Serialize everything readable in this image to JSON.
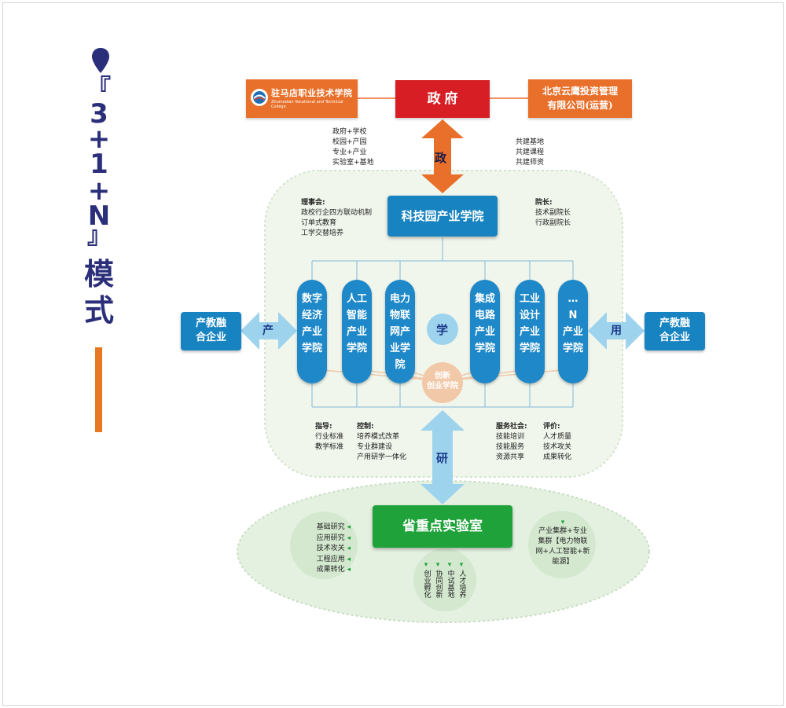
{
  "left_title": {
    "bracket_open": "『",
    "chars": [
      "3",
      "+",
      "1",
      "+",
      "N"
    ],
    "bracket_close": "』",
    "mode_chars": [
      "模",
      "式"
    ]
  },
  "school": {
    "name_cn": "驻马店职业技术学院",
    "name_en": "Zhumadian Vocational and Technical College"
  },
  "government": {
    "label": "政 府"
  },
  "company": {
    "line1": "北京云鹰投资管理",
    "line2": "有限公司(运营)"
  },
  "gov_school_notes": [
    "政府+学校",
    "校园+产园",
    "专业+产业",
    "实验室+基地"
  ],
  "gov_company_notes": [
    "共建基地",
    "共建课程",
    "共建师资"
  ],
  "arrow_labels": {
    "zheng": "政",
    "chan": "产",
    "yong": "用",
    "yan": "研",
    "xue": "学"
  },
  "central": {
    "label": "科技园产业学院"
  },
  "council": {
    "title": "理事会:",
    "items": [
      "政校行企四方联动机制",
      "订单式教育",
      "工学交替培养"
    ]
  },
  "dean": {
    "title": "院长:",
    "items": [
      "技术副院长",
      "行政副院长"
    ]
  },
  "colleges": [
    {
      "chars": [
        "数字",
        "经济",
        "产业",
        "学院"
      ]
    },
    {
      "chars": [
        "人工",
        "智能",
        "产业",
        "学院"
      ]
    },
    {
      "chars": [
        "电力",
        "物联",
        "网产",
        "业学",
        "院"
      ]
    },
    {
      "chars": [
        "集成",
        "电路",
        "产业",
        "学院"
      ]
    },
    {
      "chars": [
        "工业",
        "设计",
        "产业",
        "学院"
      ]
    },
    {
      "chars": [
        "…",
        "N",
        "产业",
        "学院"
      ]
    }
  ],
  "innovation": {
    "line1": "创新",
    "line2": "创业学院"
  },
  "enterprise_left": {
    "line1": "产教融",
    "line2": "合企业"
  },
  "enterprise_right": {
    "line1": "产教融",
    "line2": "合企业"
  },
  "guide": {
    "title": "指导:",
    "items": [
      "行业标准",
      "教学标准"
    ]
  },
  "control": {
    "title": "控制:",
    "items": [
      "培养模式改革",
      "专业群建设",
      "产用研学一体化"
    ]
  },
  "service": {
    "title": "服务社会:",
    "items": [
      "技能培训",
      "技能服务",
      "资源共享"
    ]
  },
  "evaluation": {
    "title": "评价:",
    "items": [
      "人才质量",
      "技术攻关",
      "成果转化"
    ]
  },
  "lab": {
    "label": "省重点实验室"
  },
  "research_list": [
    "基础研究",
    "应用研究",
    "技术攻关",
    "工程应用",
    "成果转化"
  ],
  "vertical_cols": [
    {
      "chars": "创业孵化"
    },
    {
      "chars": "协同创新"
    },
    {
      "chars": "中试基地"
    },
    {
      "chars": "人才培养"
    }
  ],
  "industry_cluster": [
    "产业集群+专业",
    "集群【电力物联",
    "网+人工智能+新",
    "能源】"
  ],
  "colors": {
    "navy": "#2b2f7a",
    "orange": "#e8702a",
    "red": "#d81e25",
    "blue": "#1783c0",
    "light_blue": "#9ed3ee",
    "green": "#1fa23a",
    "light_green": "#e4f1e1"
  }
}
